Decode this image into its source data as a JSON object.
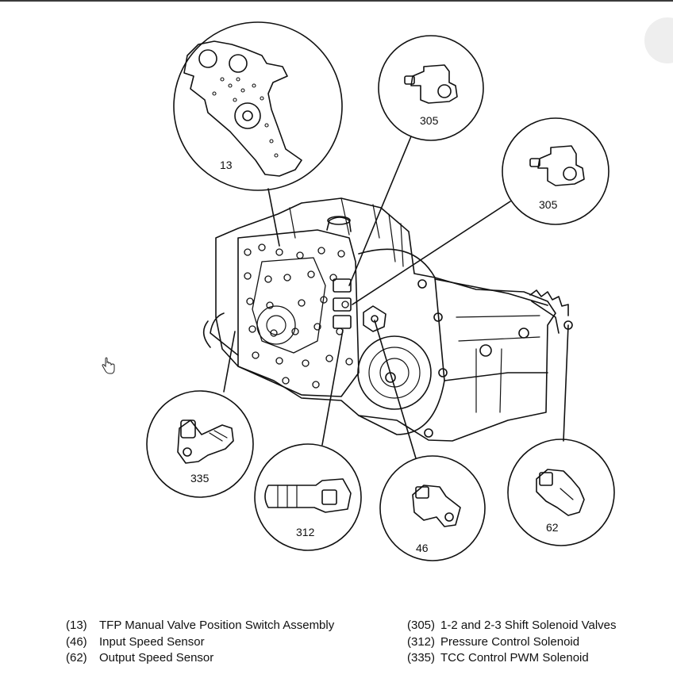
{
  "callouts": [
    {
      "id": "13"
    },
    {
      "id": "305"
    },
    {
      "id": "305"
    },
    {
      "id": "335"
    },
    {
      "id": "312"
    },
    {
      "id": "46"
    },
    {
      "id": "62"
    }
  ],
  "legend_left": [
    {
      "num": "(13)",
      "label": "TFP Manual Valve Position Switch Assembly"
    },
    {
      "num": "(46)",
      "label": "Input Speed Sensor"
    },
    {
      "num": "(62)",
      "label": "Output Speed Sensor"
    }
  ],
  "legend_right": [
    {
      "num": "(305)",
      "label": "1-2 and 2-3 Shift Solenoid Valves"
    },
    {
      "num": "(312)",
      "label": "Pressure Control Solenoid"
    },
    {
      "num": "(335)",
      "label": "TCC Control PWM Solenoid"
    }
  ],
  "colors": {
    "ink": "#111111",
    "paper": "#ffffff"
  },
  "icons": {
    "cursor": "hand-pointer-icon"
  }
}
